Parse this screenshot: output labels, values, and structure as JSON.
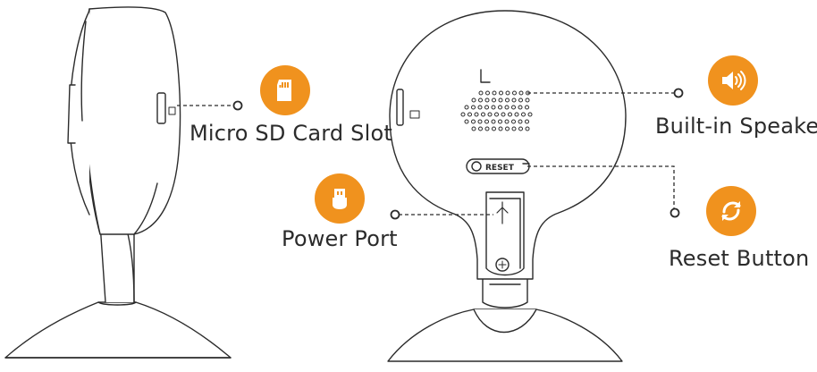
{
  "labels": {
    "sd_slot": "Micro SD Card Slot",
    "power_port": "Power Port",
    "speaker": "Built-in Speaker",
    "reset": "Reset Button"
  },
  "device_marks": {
    "reset_text": "RESET",
    "mic_mark": "L"
  },
  "icons": {
    "sd_slot": "sd-card-icon",
    "power_port": "usb-plug-icon",
    "speaker": "speaker-icon",
    "reset": "refresh-icon"
  },
  "colors": {
    "accent": "#F0921E",
    "line": "#2b2b2b",
    "base_shadow": "#cfcfcf"
  }
}
